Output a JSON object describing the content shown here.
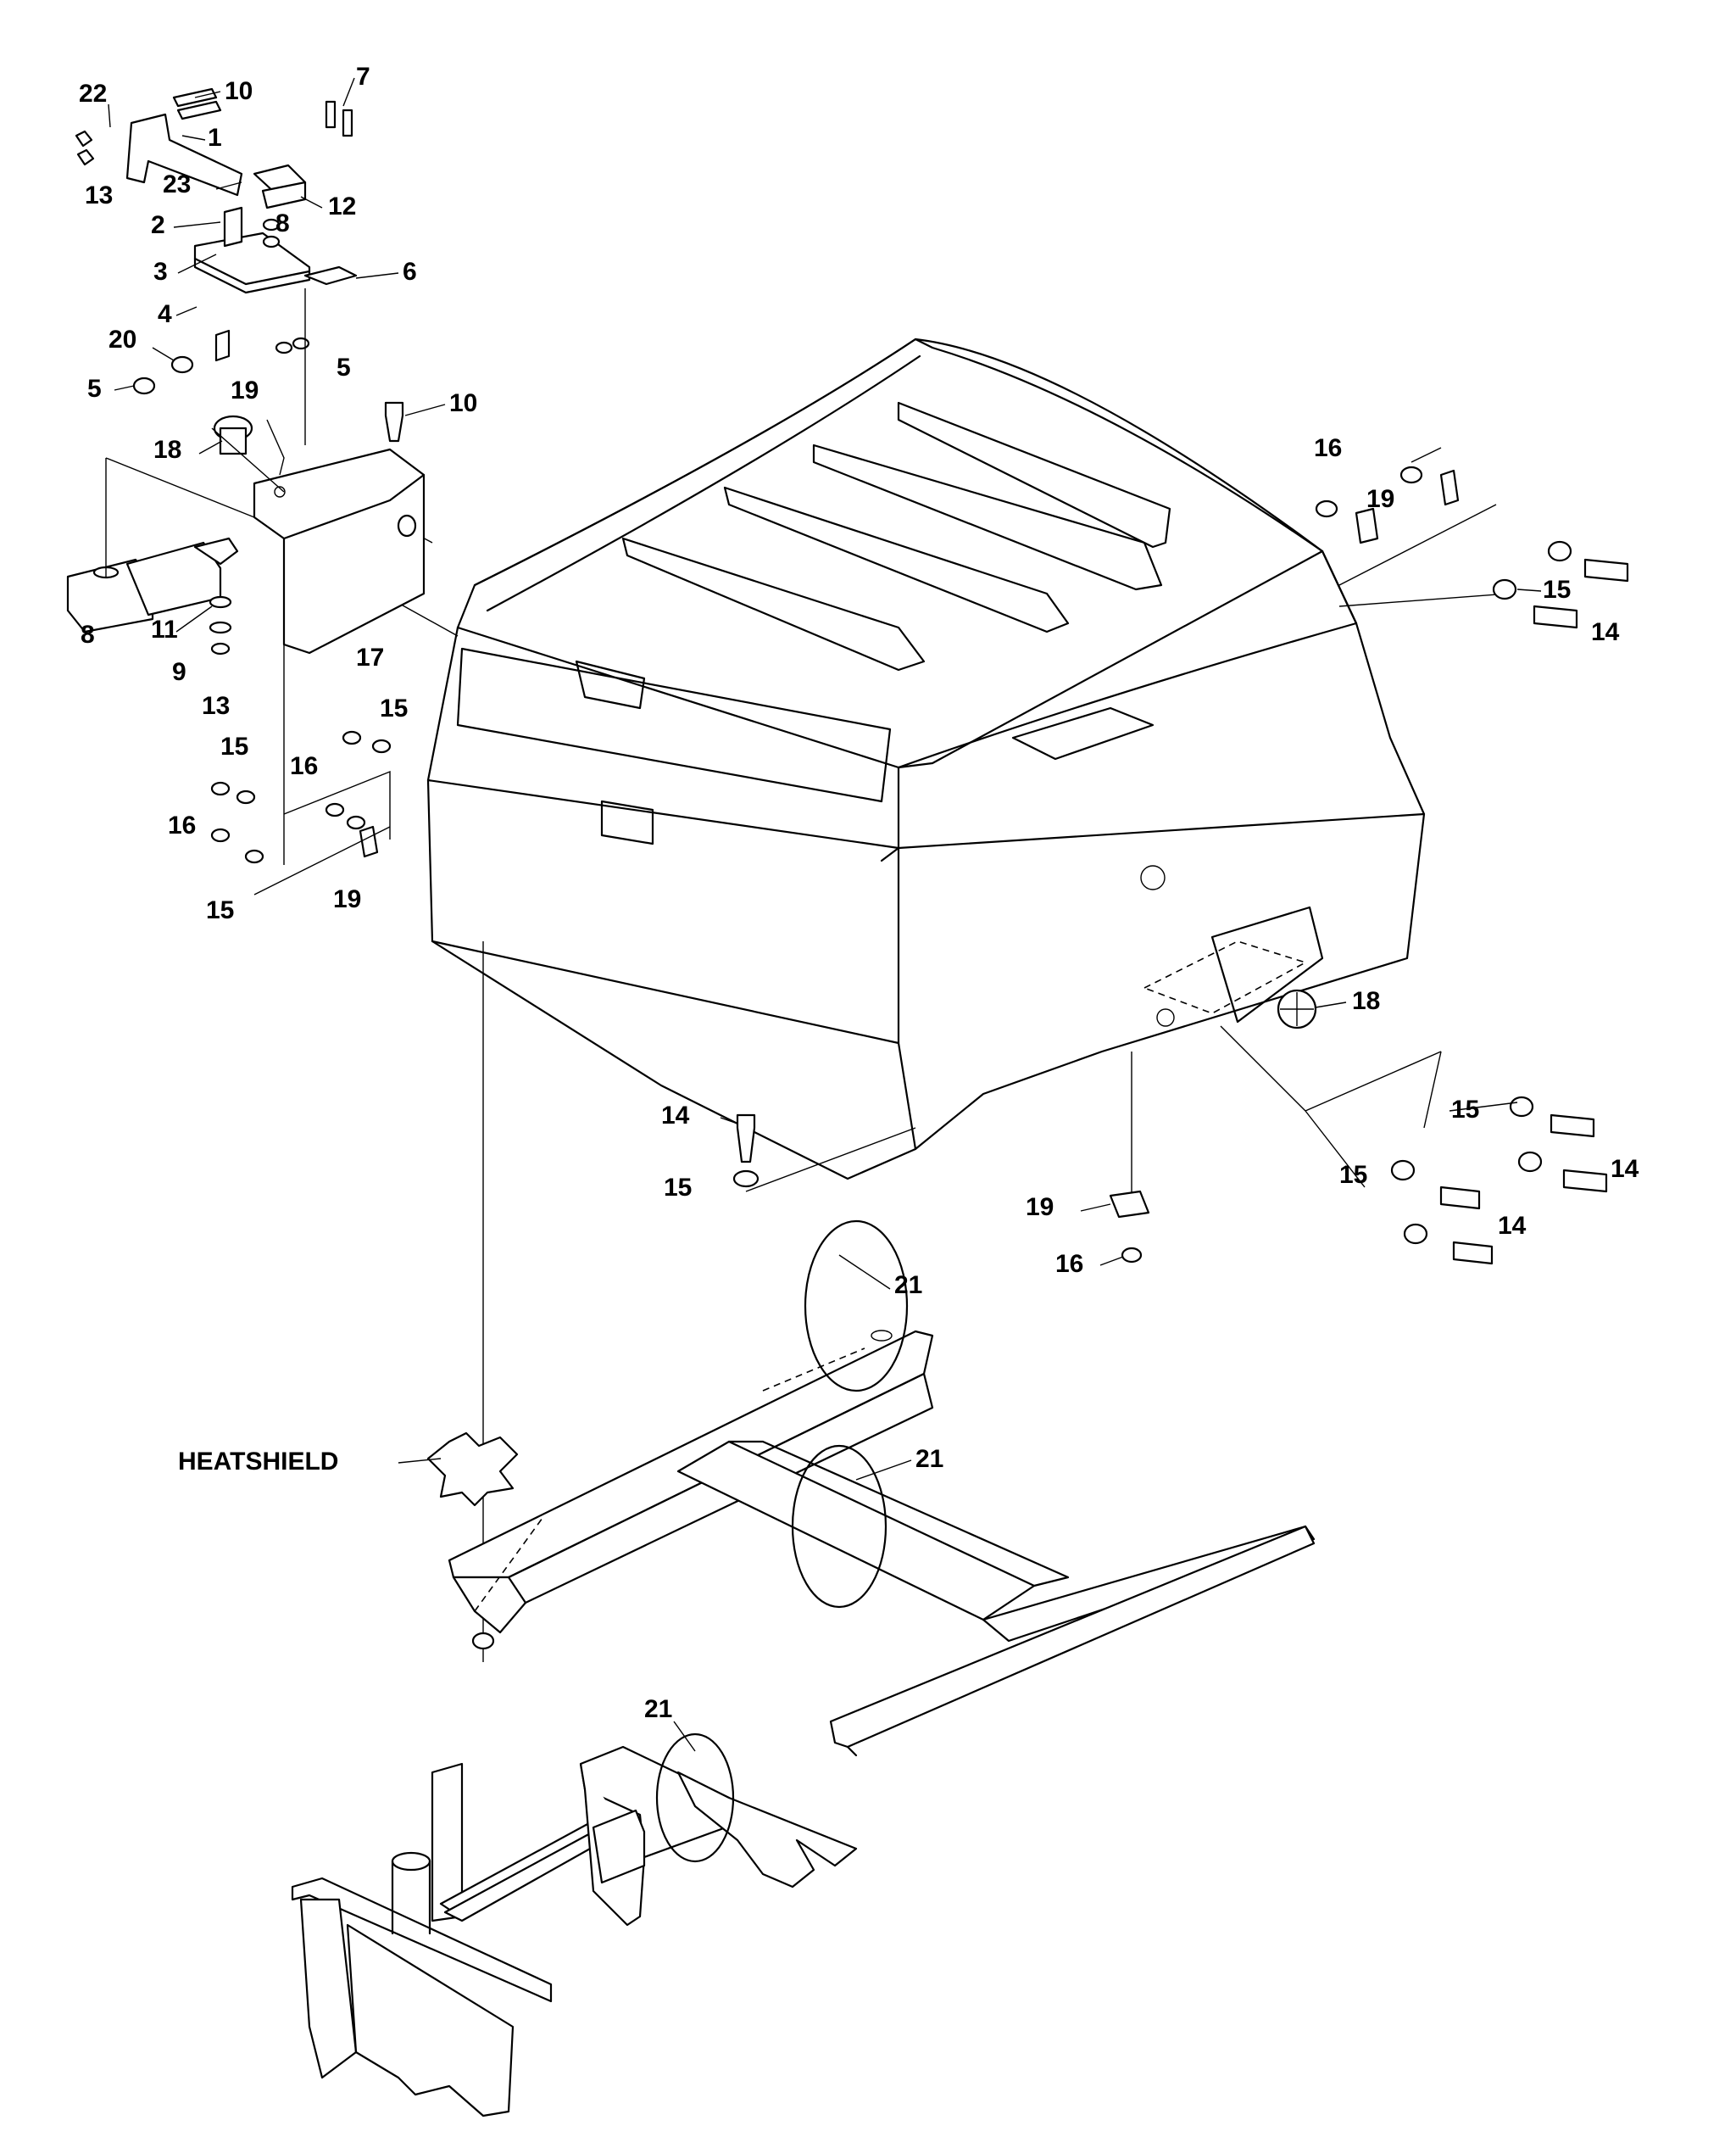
{
  "diagram": {
    "callouts": [
      {
        "id": "c22a",
        "text": "22"
      },
      {
        "id": "c10a",
        "text": "10"
      },
      {
        "id": "c7",
        "text": "7"
      },
      {
        "id": "c1",
        "text": "1"
      },
      {
        "id": "c13a",
        "text": "13"
      },
      {
        "id": "c23",
        "text": "23"
      },
      {
        "id": "c12",
        "text": "12"
      },
      {
        "id": "c2",
        "text": "2"
      },
      {
        "id": "c8a",
        "text": "8"
      },
      {
        "id": "c3",
        "text": "3"
      },
      {
        "id": "c6",
        "text": "6"
      },
      {
        "id": "c4",
        "text": "4"
      },
      {
        "id": "c20",
        "text": "20"
      },
      {
        "id": "c5a",
        "text": "5"
      },
      {
        "id": "c5b",
        "text": "5"
      },
      {
        "id": "c19a",
        "text": "19"
      },
      {
        "id": "c10b",
        "text": "10"
      },
      {
        "id": "c18a",
        "text": "18"
      },
      {
        "id": "c11",
        "text": "11"
      },
      {
        "id": "c8b",
        "text": "8"
      },
      {
        "id": "c9",
        "text": "9"
      },
      {
        "id": "c17",
        "text": "17"
      },
      {
        "id": "c13b",
        "text": "13"
      },
      {
        "id": "c15a",
        "text": "15"
      },
      {
        "id": "c15b",
        "text": "15"
      },
      {
        "id": "c16a",
        "text": "16"
      },
      {
        "id": "c16b",
        "text": "16"
      },
      {
        "id": "c15c",
        "text": "15"
      },
      {
        "id": "c19b",
        "text": "19"
      },
      {
        "id": "c16c",
        "text": "16"
      },
      {
        "id": "c19c",
        "text": "19"
      },
      {
        "id": "c15d",
        "text": "15"
      },
      {
        "id": "c14a",
        "text": "14"
      },
      {
        "id": "c18b",
        "text": "18"
      },
      {
        "id": "c14b",
        "text": "14"
      },
      {
        "id": "c15e",
        "text": "15"
      },
      {
        "id": "c15f",
        "text": "15"
      },
      {
        "id": "c14c",
        "text": "14"
      },
      {
        "id": "c15g",
        "text": "15"
      },
      {
        "id": "c14d",
        "text": "14"
      },
      {
        "id": "c19d",
        "text": "19"
      },
      {
        "id": "c16d",
        "text": "16"
      },
      {
        "id": "c21a",
        "text": "21"
      },
      {
        "id": "c21b",
        "text": "21"
      },
      {
        "id": "c21c",
        "text": "21"
      }
    ],
    "heatshield_label": "HEATSHIELD"
  }
}
